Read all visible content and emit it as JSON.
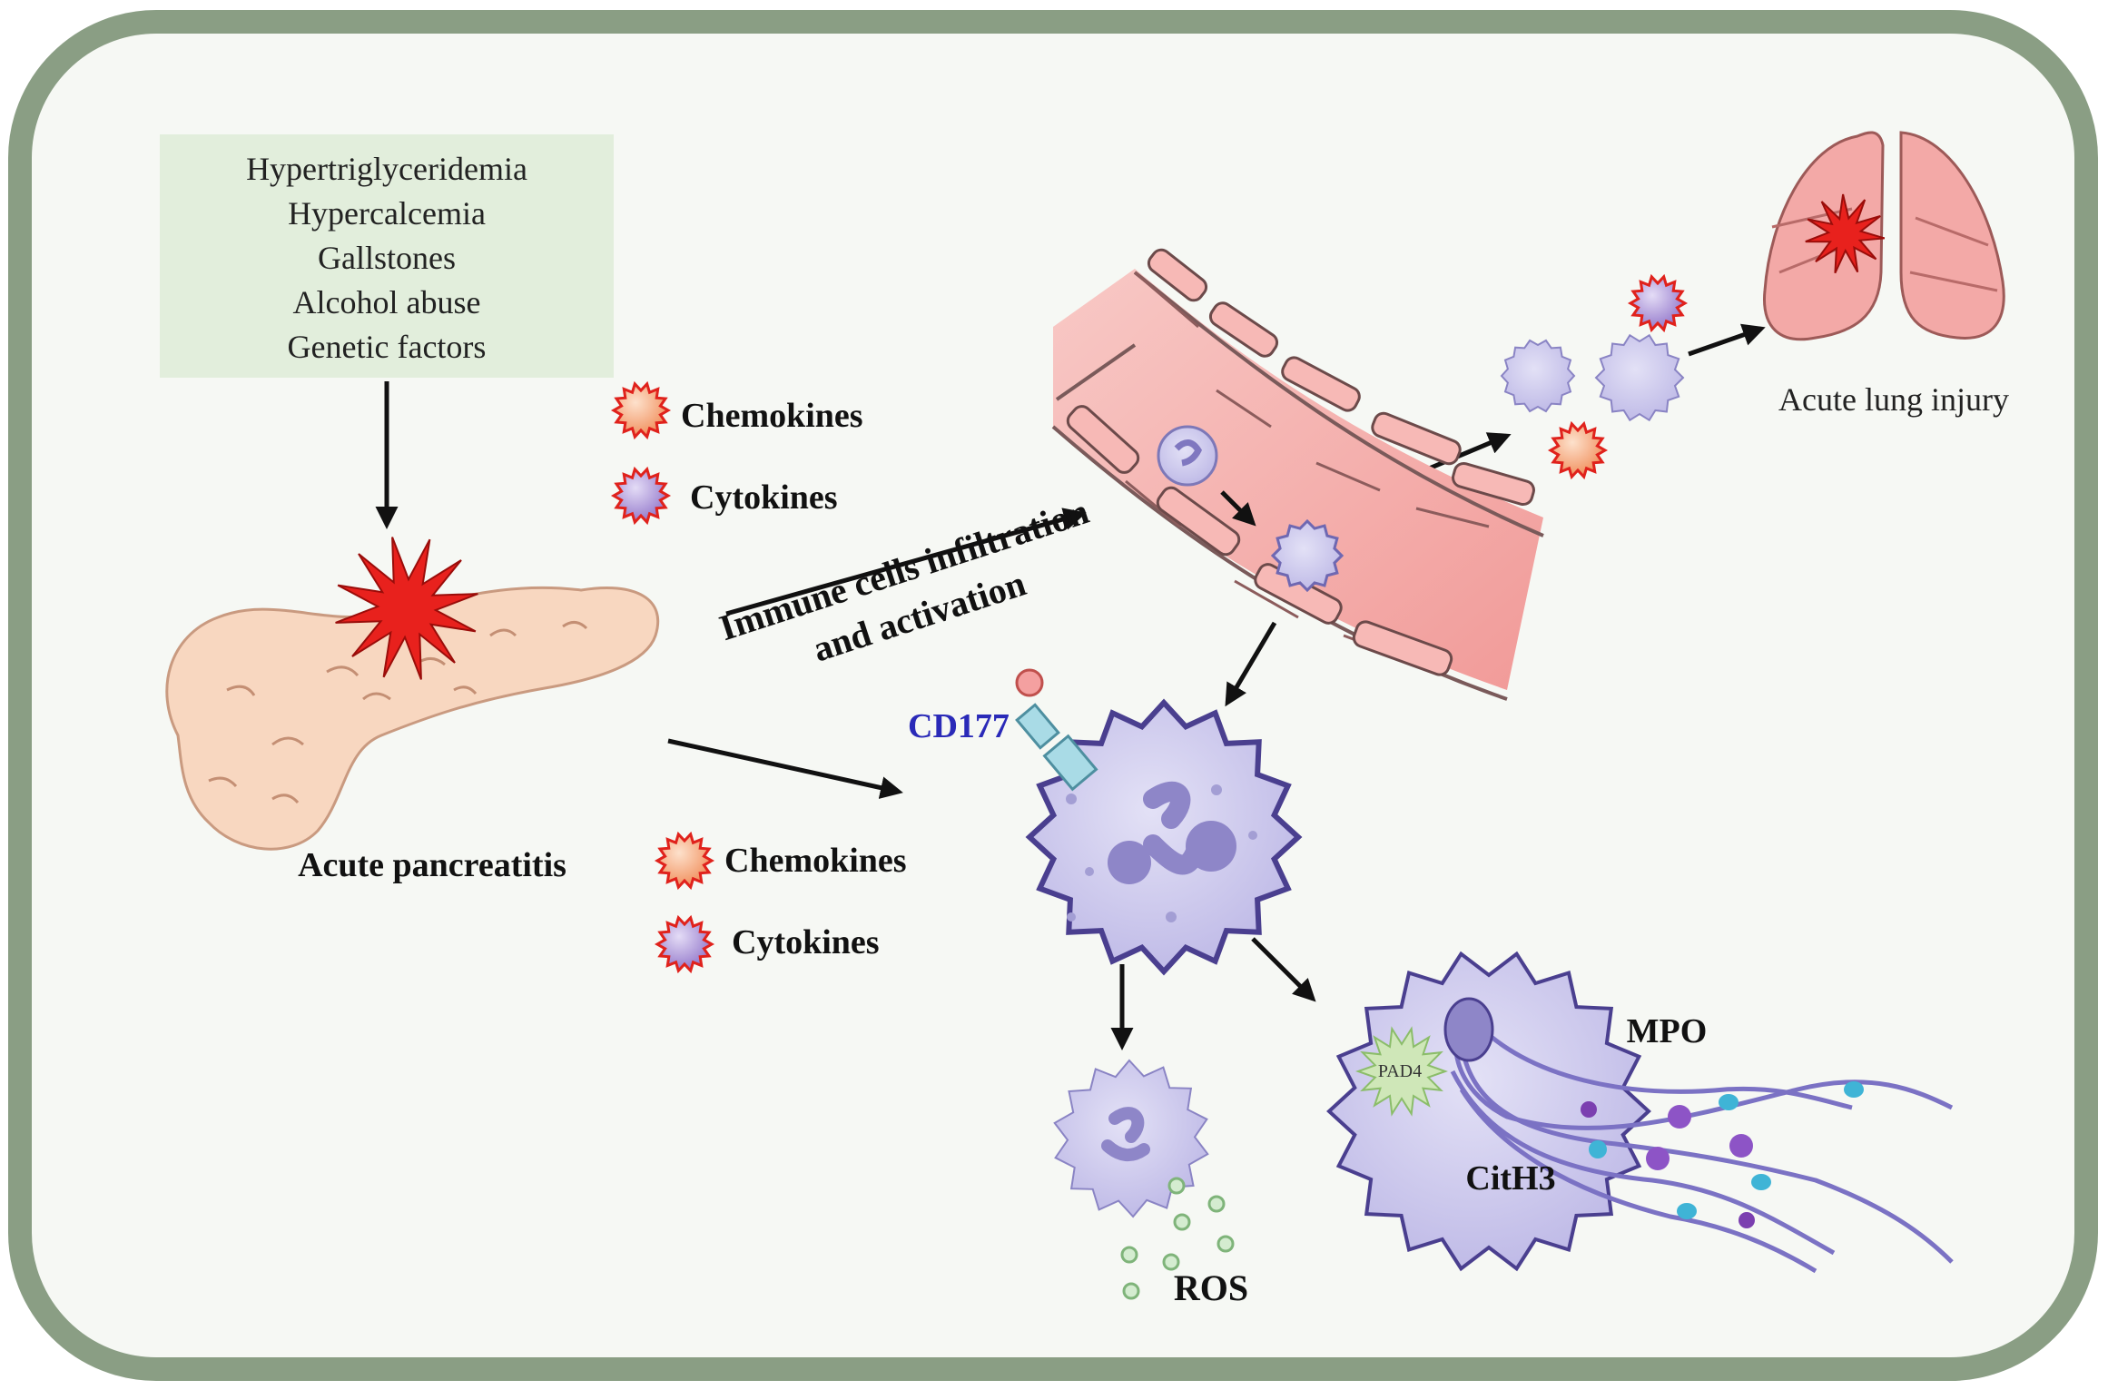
{
  "causes": [
    "Hypertriglyceridemia",
    "Hypercalcemia",
    "Gallstones",
    "Alcohol abuse",
    "Genetic factors"
  ],
  "legend_top": {
    "chemokines": "Chemokines",
    "cytokines": "Cytokines"
  },
  "legend_bottom": {
    "chemokines": "Chemokines",
    "cytokines": "Cytokines"
  },
  "pancreas_label": "Acute pancreatitis",
  "infiltration_label": {
    "line1": "Immune cells  infiltration",
    "line2": "and  activation"
  },
  "lung_label": "Acute lung injury",
  "receptor_label": "CD177",
  "ros_label": "ROS",
  "net_labels": {
    "mpo": "MPO",
    "cith3": "CitH3",
    "pad4": "PAD4"
  },
  "colors": {
    "frame": "#8a9e84",
    "background": "#f6f8f4",
    "cause_box": "#e2eedc",
    "burst_red": "#e8211d",
    "chemokine": "#f4a46c",
    "cytokine": "#9f8fd0",
    "cell_body": "#c9c5ec",
    "nucleus": "#8e86c8",
    "vessel": "#f4a7a7",
    "lung": "#f3a9a7",
    "pancreas": "#f8d7c0",
    "cd177_text": "#2a2ab8"
  }
}
